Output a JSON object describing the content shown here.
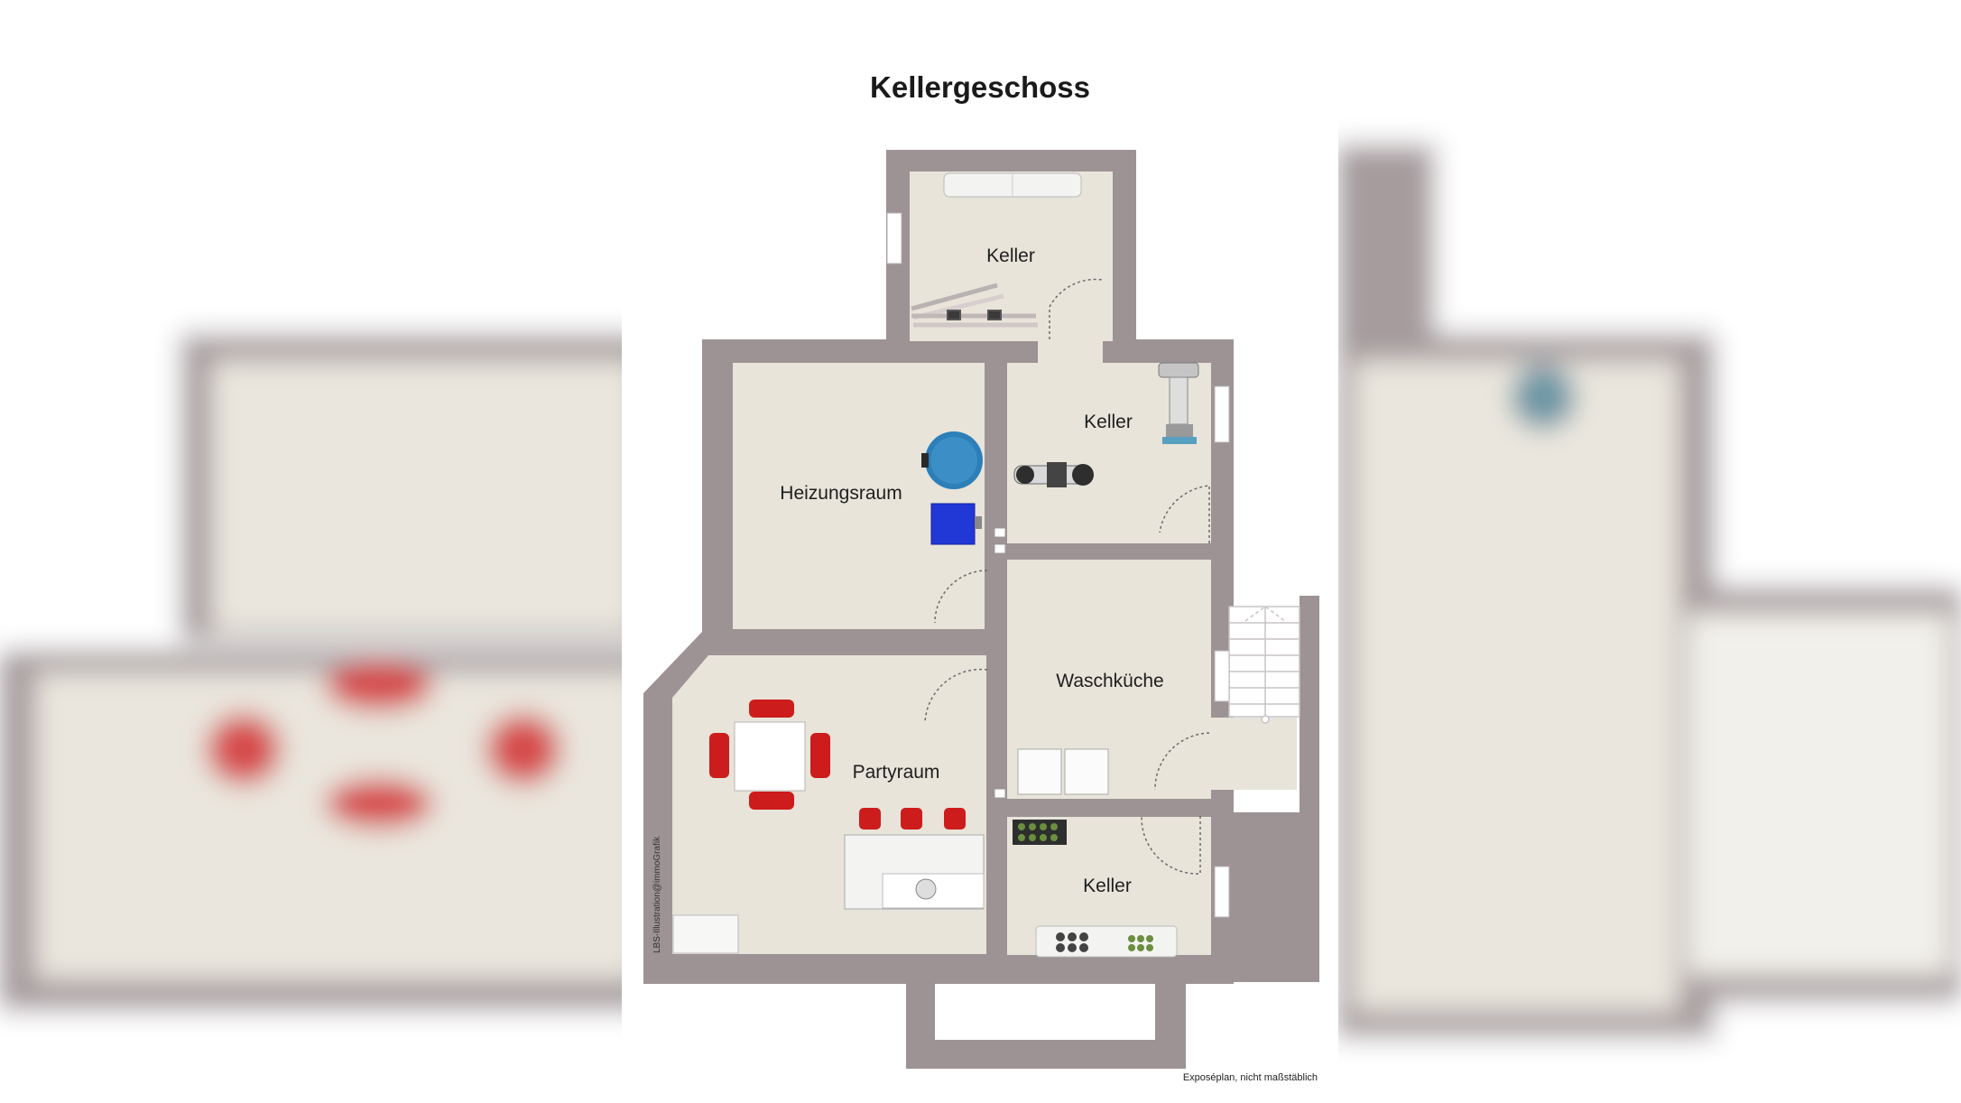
{
  "title": "Kellergeschoss",
  "rooms": {
    "keller_top": "Keller",
    "keller_mid": "Keller",
    "heizungsraum": "Heizungsraum",
    "waschkueche": "Waschküche",
    "partyraum": "Partyraum",
    "keller_bottom": "Keller"
  },
  "footnote": "Exposéplan, nicht maßstäblich",
  "credit": "LBS-Illustration@immoGrafik",
  "colors": {
    "wall": "#9d9294",
    "floor": "#e8e4da",
    "chair": "#cc1c1c",
    "boiler": "#2c7fb8",
    "tank": "#2238d6"
  }
}
